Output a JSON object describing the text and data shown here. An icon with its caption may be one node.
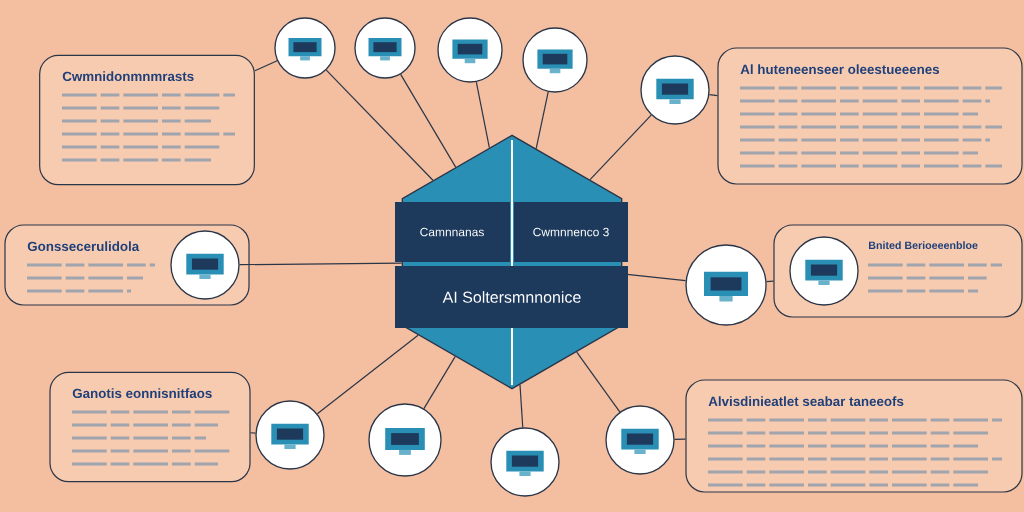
{
  "diagram": {
    "nodes": [
      {
        "text": [
          "Camnnanas",
          "Cwmnnenco 3",
          "AI Soltersmnnonice"
        ]
      },
      {
        "text": [],
        "shape": "picture"
      },
      {
        "text": [],
        "shape": "picture"
      },
      {
        "text": [],
        "shape": "picture"
      },
      {
        "text": [],
        "shape": "picture"
      },
      {
        "text": [],
        "shape": "picture"
      },
      {
        "text": [],
        "shape": "picture",
        "in": 14
      },
      {
        "text": [],
        "shape": "picture"
      },
      {
        "text": [],
        "shape": "picture"
      },
      {
        "text": [],
        "shape": "picture"
      },
      {
        "text": [],
        "shape": "picture"
      },
      {
        "text": [],
        "shape": "picture"
      },
      {
        "text": [],
        "shape": "picture",
        "in": 17
      },
      {
        "text": [
          "Cwmnidonmnmrasts"
        ]
      },
      {
        "text": [
          "Gonssecerulidola"
        ]
      },
      {
        "text": [
          "Ganotis eonnisnitfaos"
        ]
      },
      {
        "text": [
          "Al huteneenseer oleestueeenes"
        ]
      },
      {
        "text": [
          "Bnited Berioeeenbloe"
        ]
      },
      {
        "text": [
          "Alvisdinieatlet seabar taneeofs"
        ]
      }
    ],
    "edges": [
      {
        "from": 0,
        "to": 1,
        "arrow": "none"
      },
      {
        "from": 0,
        "to": 2,
        "arrow": "none"
      },
      {
        "from": 0,
        "to": 3,
        "arrow": "none"
      },
      {
        "from": 0,
        "to": 4,
        "arrow": "none"
      },
      {
        "from": 0,
        "to": 5,
        "arrow": "none"
      },
      {
        "from": 0,
        "to": 6,
        "arrow": "none"
      },
      {
        "from": 0,
        "to": 7,
        "arrow": "none"
      },
      {
        "from": 0,
        "to": 8,
        "arrow": "none"
      },
      {
        "from": 0,
        "to": 9,
        "arrow": "none"
      },
      {
        "from": 0,
        "to": 10,
        "arrow": "none"
      },
      {
        "from": 0,
        "to": 11,
        "arrow": "none"
      },
      {
        "from": 1,
        "to": 13,
        "arrow": "none"
      },
      {
        "from": 5,
        "to": 16,
        "arrow": "none"
      },
      {
        "from": 7,
        "to": 17,
        "arrow": "none"
      },
      {
        "from": 8,
        "to": 15,
        "arrow": "none"
      },
      {
        "from": 11,
        "to": 18,
        "arrow": "none"
      }
    ]
  }
}
